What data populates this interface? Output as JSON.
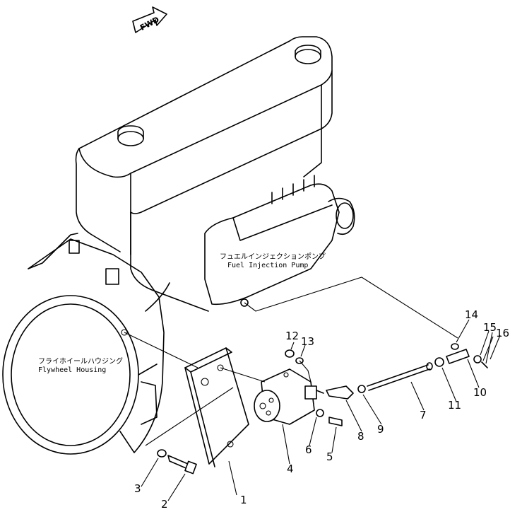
{
  "fwd": "FWD",
  "labels": {
    "fuel_pump_jp": "フュエルインジェクションポンプ",
    "fuel_pump_en": "Fuel Injection Pump",
    "flywheel_jp": "フライホイールハウジング",
    "flywheel_en": "Flywheel Housing"
  },
  "callouts": [
    "1",
    "2",
    "3",
    "4",
    "5",
    "6",
    "7",
    "8",
    "9",
    "10",
    "11",
    "12",
    "13",
    "14",
    "15",
    "16"
  ]
}
